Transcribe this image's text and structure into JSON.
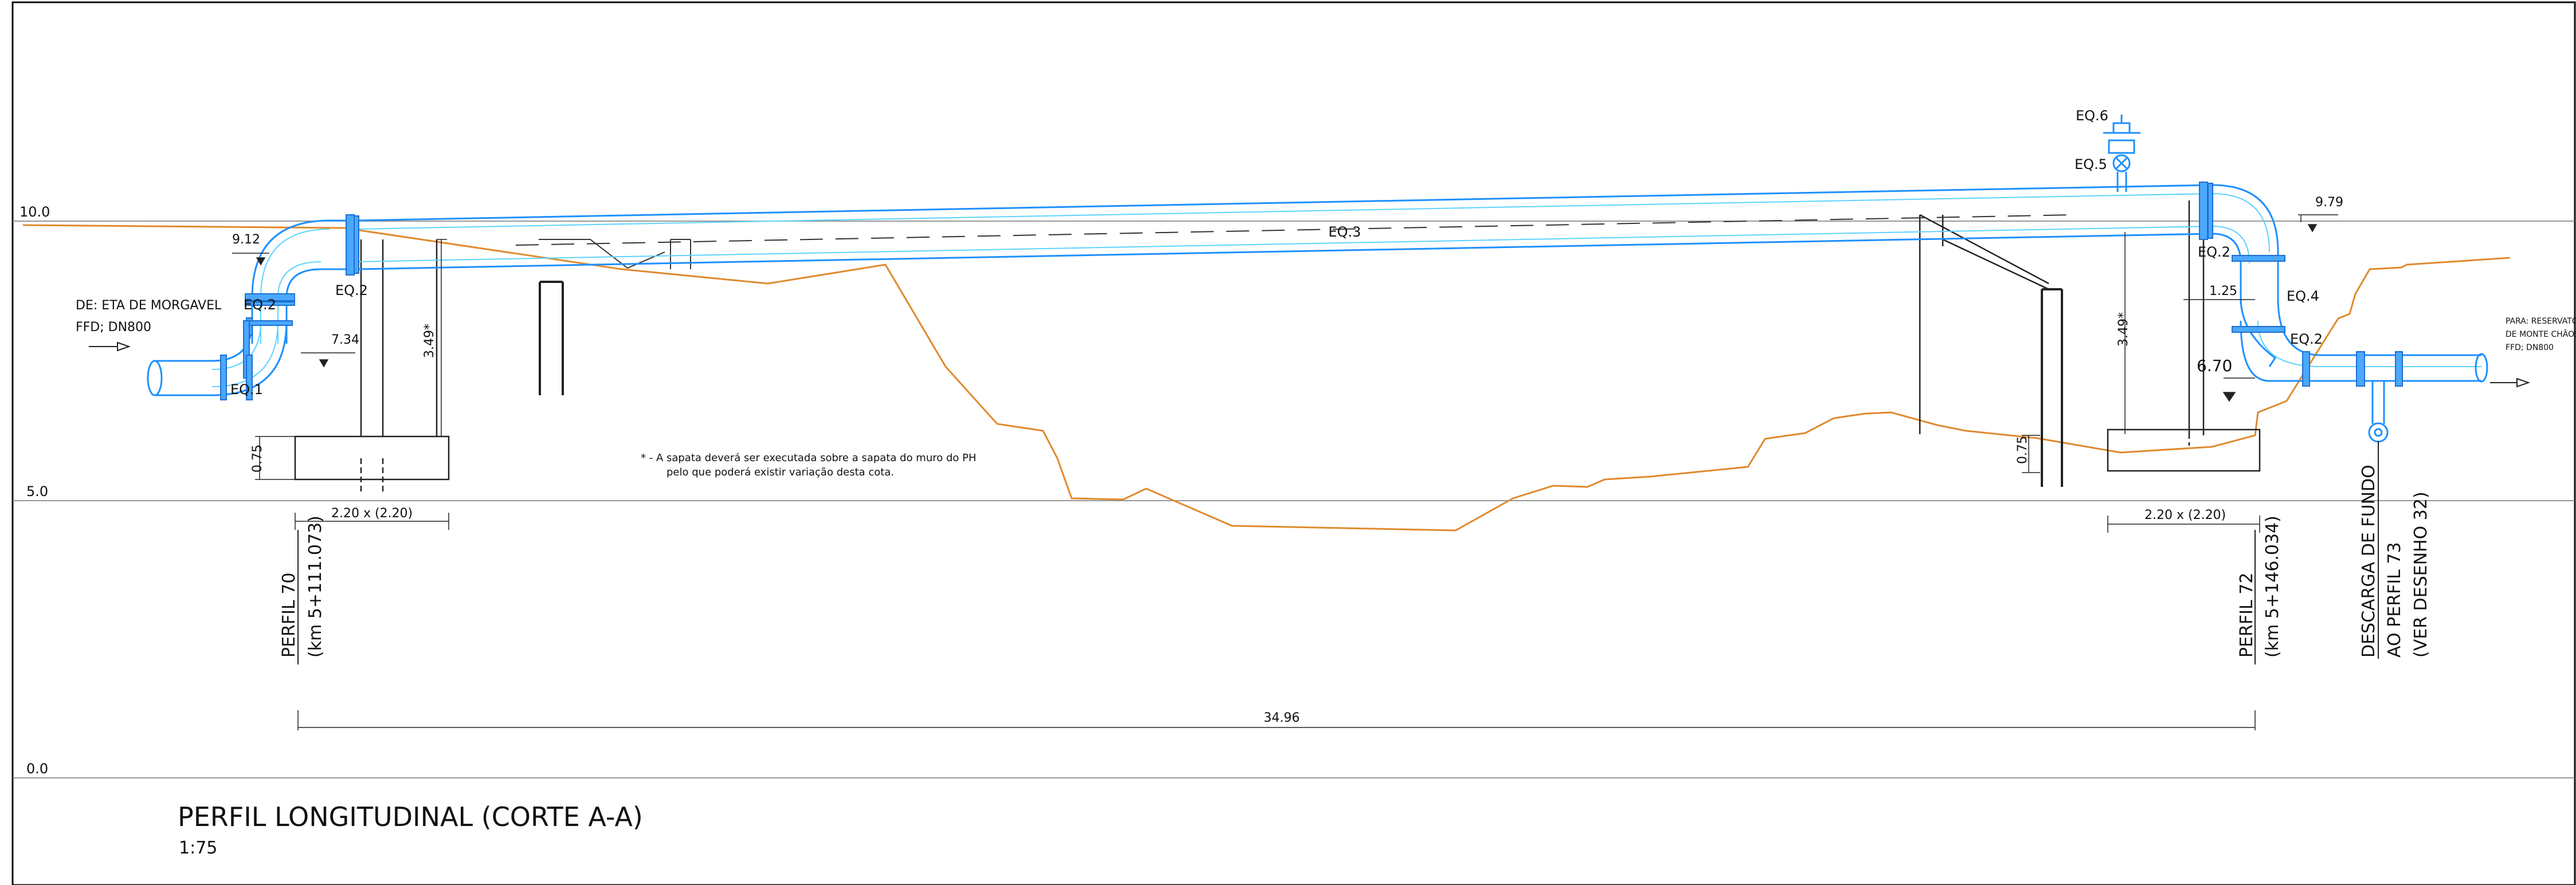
{
  "drawing": {
    "title": "PERFIL LONGITUDINAL (CORTE A-A)",
    "scale": "1:75",
    "elevations": {
      "top": "10.0",
      "mid": "5.0",
      "bottom": "0.0"
    },
    "inlet": {
      "line1": "DE: ETA DE MORGAVEL",
      "line2": "FFD; DN800"
    },
    "outlet": {
      "line1": "PARA: RESERVATÓRIO",
      "line2": "DE MONTE CHÃOS",
      "line3": "FFD; DN800"
    },
    "equipment": {
      "eq1": "EQ.1",
      "eq2": "EQ.2",
      "eq3": "EQ.3",
      "eq4": "EQ.4",
      "eq5": "EQ.5",
      "eq6": "EQ.6"
    },
    "dimensions": {
      "d912": "9.12",
      "d734": "7.34",
      "d349": "3.49*",
      "d075": "0.75",
      "foot": "2.20 x (2.20)",
      "span": "34.96",
      "d979": "9.79",
      "d125": "1.25",
      "d670": "6.70"
    },
    "profiles": {
      "p70a": "PERFIL 70",
      "p70b": "(km 5+111.073)",
      "p72a": "PERFIL 72",
      "p72b": "(km 5+146.034)"
    },
    "discharge": {
      "line1": "DESCARGA DE FUNDO",
      "line2": "AO PERFIL 73",
      "line3": "(VER DESENHO 32)"
    },
    "note": {
      "line1": "* - A sapata deverá ser executada sobre a sapata do muro do PH",
      "line2": "pelo que poderá existir variação desta cota."
    },
    "colors": {
      "pipe": "#1e90ff",
      "pipe_light": "#5fd3ff",
      "terrain": "#e08a2e",
      "line": "#222222"
    }
  }
}
